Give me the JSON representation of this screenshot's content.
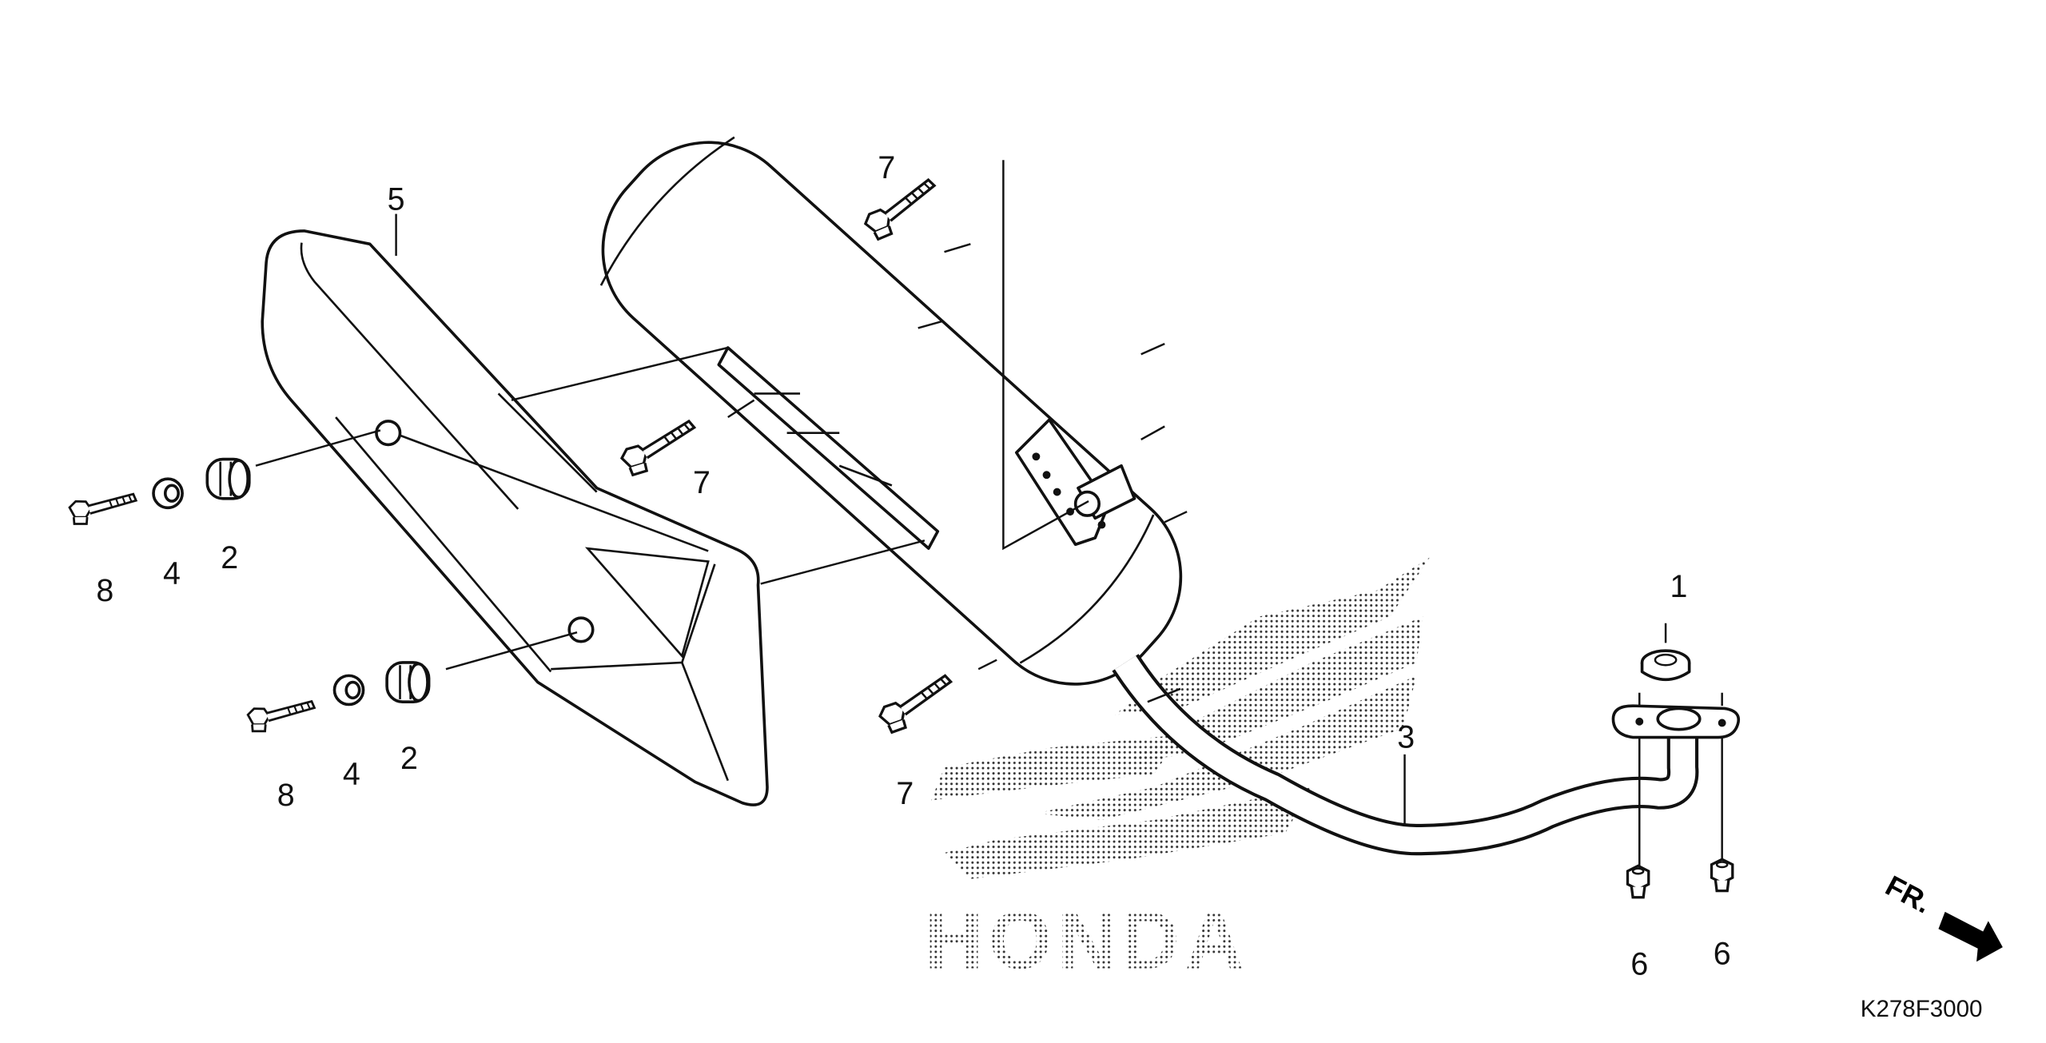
{
  "diagram": {
    "title_code": "K278F3000",
    "direction_label": "FR.",
    "watermark": "HONDA",
    "callouts": {
      "gasket": "1",
      "collar_upper": "2",
      "collar_lower": "2",
      "exhaust_pipe": "3",
      "washer_upper": "4",
      "washer_lower": "4",
      "heat_shield": "5",
      "nut_left": "6",
      "nut_right": "6",
      "bolt_top": "7",
      "bolt_middle": "7",
      "bolt_bottom": "7",
      "bolt_upper_left": "8",
      "bolt_lower_left": "8"
    }
  }
}
